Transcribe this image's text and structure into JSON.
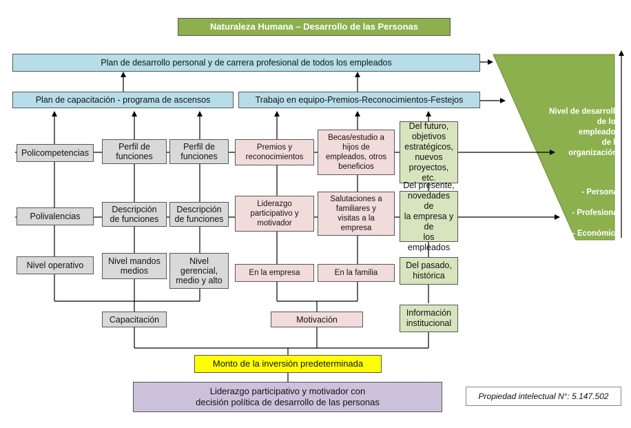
{
  "title": "Naturaleza Humana – Desarrollo de las Personas",
  "top_plan": "Plan de desarrollo personal y de carrera profesional de todos los empleados",
  "plan_capacitacion": "Plan de capacitación - programa de ascensos",
  "trabajo_equipo": "Trabajo en equipo-Premios-Reconocimientos-Festejos",
  "funnel": {
    "title": "Nivel de desarrollo\nde los\nempleados\nde la\norganización:",
    "items": [
      "- Personal",
      "- Profesional",
      "- Económico"
    ]
  },
  "capacitacion": {
    "label": "Capacitación",
    "col1": [
      "Policompetencias",
      "Polivalencias",
      "Nivel operativo"
    ],
    "col2": [
      "Perfil de\nfunciones",
      "Descripción\nde funciones",
      "Nivel mandos\nmedios"
    ],
    "col3": [
      "Perfil de\nfunciones",
      "Descripción\nde funciones",
      "Nivel\ngerencial,\nmedio y alto"
    ]
  },
  "motivacion": {
    "label": "Motivación",
    "col1": [
      "Premios y\nreconocimientos",
      "Liderazgo\nparticipativo y\nmotivador",
      "En la empresa"
    ],
    "col2": [
      "Becas/estudio a\nhijos de\nempleados, otros\nbeneficios",
      "Salutaciones a\nfamiliares y\nvisitas a la\nempresa",
      "En la familia"
    ]
  },
  "informacion": {
    "label": "Información\ninstitucional",
    "items": [
      "Del futuro,\nobjetivos\nestratégicos,\nnuevos\nproyectos, etc.",
      "Del presente,\nnovedades de\nla empresa y de\nlos empleados",
      "Del pasado,\nhistórica"
    ]
  },
  "monto": "Monto de la inversión predeterminada",
  "liderazgo": "Liderazgo participativo y motivador con\ndecisión política de desarrollo de las personas",
  "copyright": "Propiedad intelectual N°:  5.147.502",
  "colors": {
    "title_green": "#8db04e",
    "plan_blue": "#b7dee8",
    "gray": "#d9d9d9",
    "pink": "#f2dcdb",
    "light_green": "#d7e4bd",
    "yellow": "#ffff00",
    "purple": "#ccc1da"
  }
}
